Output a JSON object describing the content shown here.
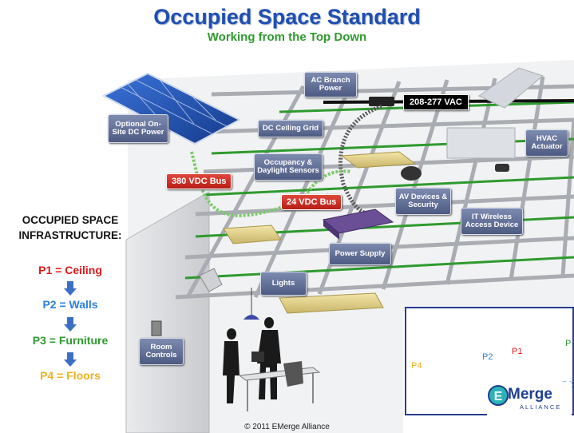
{
  "header": {
    "title": "Occupied Space Standard",
    "subtitle": "Working from the Top Down"
  },
  "diagram": {
    "labels": {
      "ac_branch_power": "AC Branch Power",
      "vac": "208-277 VAC",
      "solar_power": "Optional On-Site DC Power",
      "dc_ceiling_grid": "DC Ceiling Grid",
      "hvac_actuator": "HVAC Actuator",
      "occupancy_sensors": "Occupancy & Daylight Sensors",
      "bus_380": "380 VDC Bus",
      "bus_24": "24 VDC Bus",
      "av_devices": "AV Devices & Security",
      "it_wireless": "IT Wireless Access Device",
      "power_supply": "Power Supply",
      "lights": "Lights",
      "room_controls": "Room Controls"
    },
    "colors": {
      "bus_red": "#c8261d",
      "label_blue": "#5c6a92",
      "grid_green": "#2e9a2e",
      "grid_grey": "#b5b8bd"
    }
  },
  "infrastructure": {
    "heading": "OCCUPIED SPACE INFRASTRUCTURE:",
    "levels": [
      {
        "label": "P1 = Ceiling",
        "color": "#e0191b"
      },
      {
        "label": "P2 = Walls",
        "color": "#2f7fd8"
      },
      {
        "label": "P3 = Furniture",
        "color": "#2f9a2f"
      },
      {
        "label": "P4 = Floors",
        "color": "#f0b020"
      }
    ]
  },
  "inset": {
    "labels": {
      "p1": "P1",
      "p2": "P2",
      "p2b": "P2",
      "p3": "P",
      "p4": "P4"
    }
  },
  "logo": {
    "name": "Merge",
    "letter": "E",
    "sub": "ALLIANCE"
  },
  "footer": {
    "copyright": "© 2011 EMerge Alliance"
  }
}
